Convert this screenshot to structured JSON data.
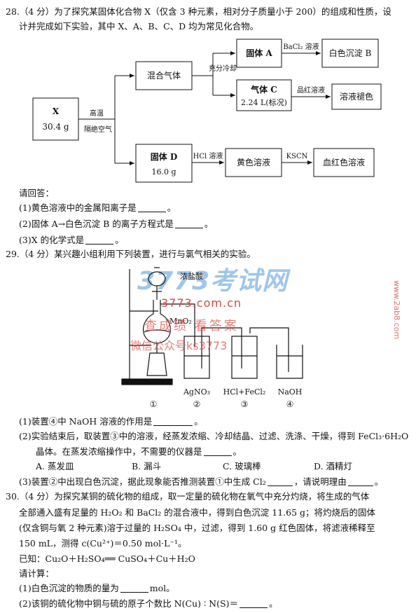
{
  "q28": {
    "line1": "28.（4 分）为了探究某固体化合物 X（仅含 3 种元素，相对分子质量小于 200）的组成和性质，设",
    "line2": "计并完成如下实验，其中 X、A、B、C、D 均为常见化合物。",
    "flow": {
      "x_name": "X",
      "x_mass": "30.4 g",
      "cond1": "高温",
      "cond2": "隔绝空气",
      "mixed_gas": "混合气体",
      "cool": "充分冷却",
      "solid_a": "固体 A",
      "bacl2": "BaCl₂ 溶液",
      "white_ppt": "白色沉淀 B",
      "gas_c": "气体 C",
      "gas_c_vol": "2.24 L(标况)",
      "pinred": "品红溶液",
      "fade": "溶液褪色",
      "solid_d": "固体 D",
      "solid_d_mass": "16.0 g",
      "hcl": "HCl 溶液",
      "yellow": "黄色溶液",
      "kscn": "KSCN",
      "bloodred": "血红色溶液"
    },
    "ask": "请回答：",
    "p1a": "(1)黄色溶液中的金属阳离子是",
    "p1b": "。",
    "p2a": "(2)固体 A→白色沉淀 B 的离子方程式是",
    "p2b": "。",
    "p3a": "(3)X 的化学式是",
    "p3b": "。"
  },
  "q29": {
    "line1": "29.（4 分）某兴趣小组利用下列装置，进行与氯气相关的实验。",
    "apparatus": {
      "conc_hcl": "浓盐酸",
      "mno2": "MnO₂",
      "agno3": "AgNO₃",
      "hcl_fecl2": "HCl+FeCl₂",
      "naoh": "NaOH",
      "n1": "①",
      "n2": "②",
      "n3": "③",
      "n4": "④"
    },
    "p1a": "(1)装置④中 NaOH 溶液的作用是",
    "p1b": "。",
    "p2a": "(2)实验结束后，取装置③中的溶液，经蒸发浓缩、冷却结晶、过滤、洗涤、干燥，得到 FeCl₃·6H₂O",
    "p2b": "晶体。在蒸发浓缩操作中，不需要的仪器是",
    "p2c": "。",
    "optA": "A. 蒸发皿",
    "optB": "B. 漏斗",
    "optC": "C. 玻璃棒",
    "optD": "D. 酒精灯",
    "p3a": "(3)装置②中出现白色沉淀，据此现象能否推测装置①中生成 Cl₂",
    "p3b": "，请说明理由",
    "p3c": "。"
  },
  "q30": {
    "line1": "30.（4 分）为探究某铜的硫化物的组成，取一定量的硫化物在氧气中充分灼烧，将生成的气体",
    "line2": "全部通入盛有足量的 H₂O₂ 和 BaCl₂ 的混合液中，得到白色沉淀 11.65 g；将灼烧后的固体",
    "line3": "(仅含铜与氧 2 种元素)溶于过量的 H₂SO₄ 中，过滤，得到 1.60 g 红色固体，将滤液稀释至",
    "line4": "150 mL，测得 c(Cu²⁺)＝0.50 mol·L⁻¹。",
    "known": "已知：Cu₂O＋H₂SO₄══ CuSO₄＋Cu＋H₂O",
    "calc": "请计算：",
    "p1a": "(1)白色沉淀的物质的量为",
    "p1b": "mol。",
    "p2a": "(2)该铜的硫化物中铜与硫的原子个数比 N(Cu) ∶ N(S)＝",
    "p2b": "。"
  },
  "watermarks": {
    "logo": "3773考试网",
    "site": "3773.com.cn",
    "slogan": "查成绩 看答案",
    "wechat": "微信公众号ks3773",
    "side": "www.2ab8.com"
  },
  "colors": {
    "logo": "#3d86c6",
    "logo_faint": "#9fc6e8",
    "wm_red": "#d9473e",
    "text": "#111111"
  }
}
